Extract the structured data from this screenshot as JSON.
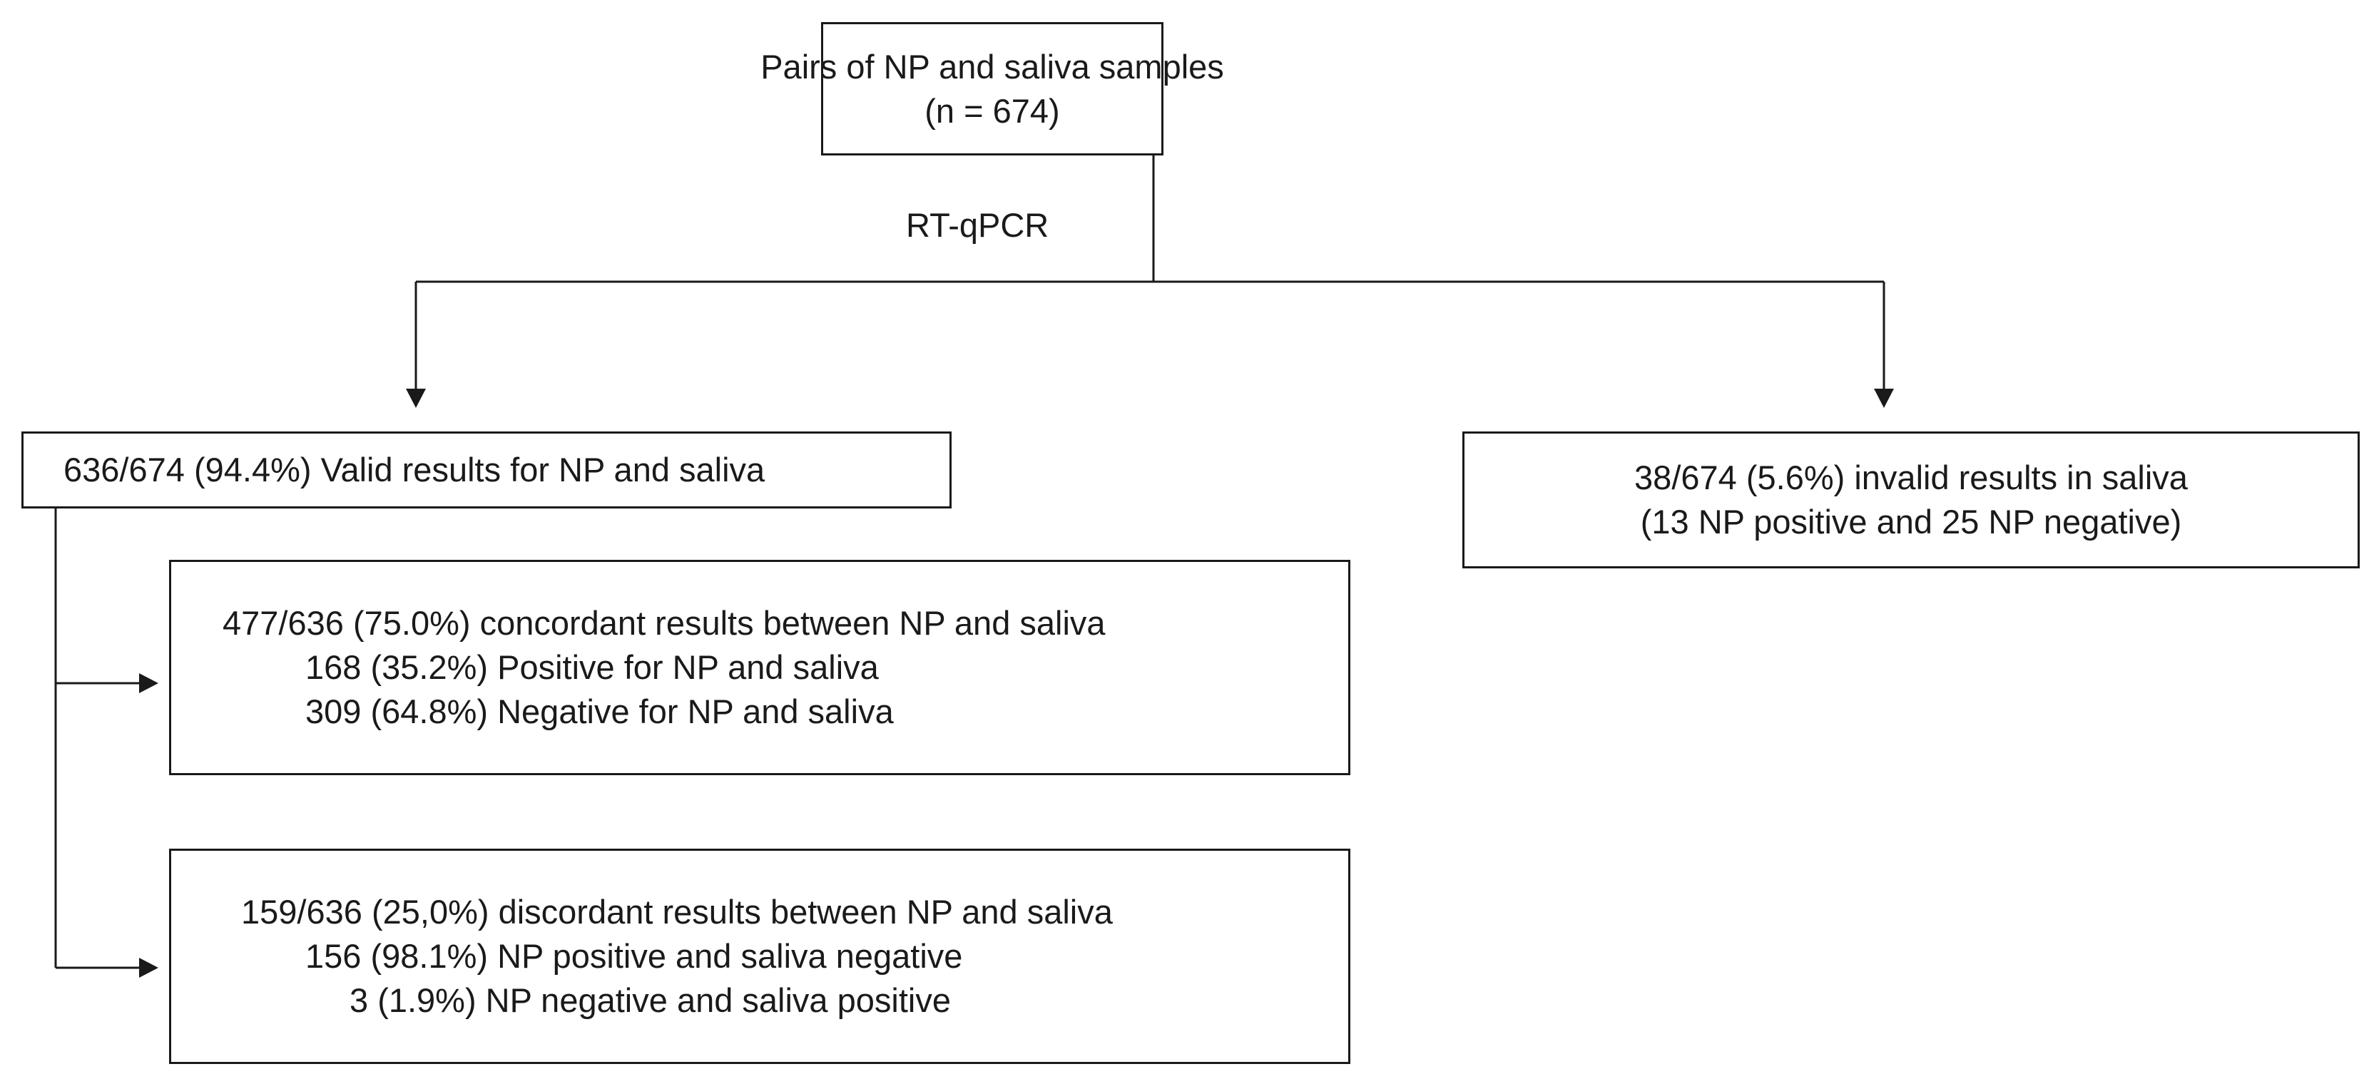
{
  "diagram": {
    "root": {
      "lines": [
        "Pairs of NP and saliva samples",
        "(n = 674)"
      ]
    },
    "edge_label": "RT-qPCR",
    "valid": {
      "lines": [
        "636/674 (94.4%)  Valid results for NP and saliva"
      ]
    },
    "invalid": {
      "lines": [
        "38/674 (5.6%)  invalid results in saliva",
        "(13 NP positive and 25 NP negative)"
      ]
    },
    "concordant": {
      "lines": [
        "477/636 (75.0%) concordant results between NP and saliva",
        "168 (35.2%) Positive for NP and saliva",
        "309 (64.8%) Negative for NP and saliva"
      ]
    },
    "discordant": {
      "lines": [
        "159/636 (25,0%) discordant results between NP and saliva",
        "156 (98.1%) NP positive and saliva negative",
        "3 (1.9%) NP negative and saliva positive"
      ]
    },
    "colors": {
      "stroke": "#1a1a1a",
      "background": "#ffffff"
    }
  }
}
